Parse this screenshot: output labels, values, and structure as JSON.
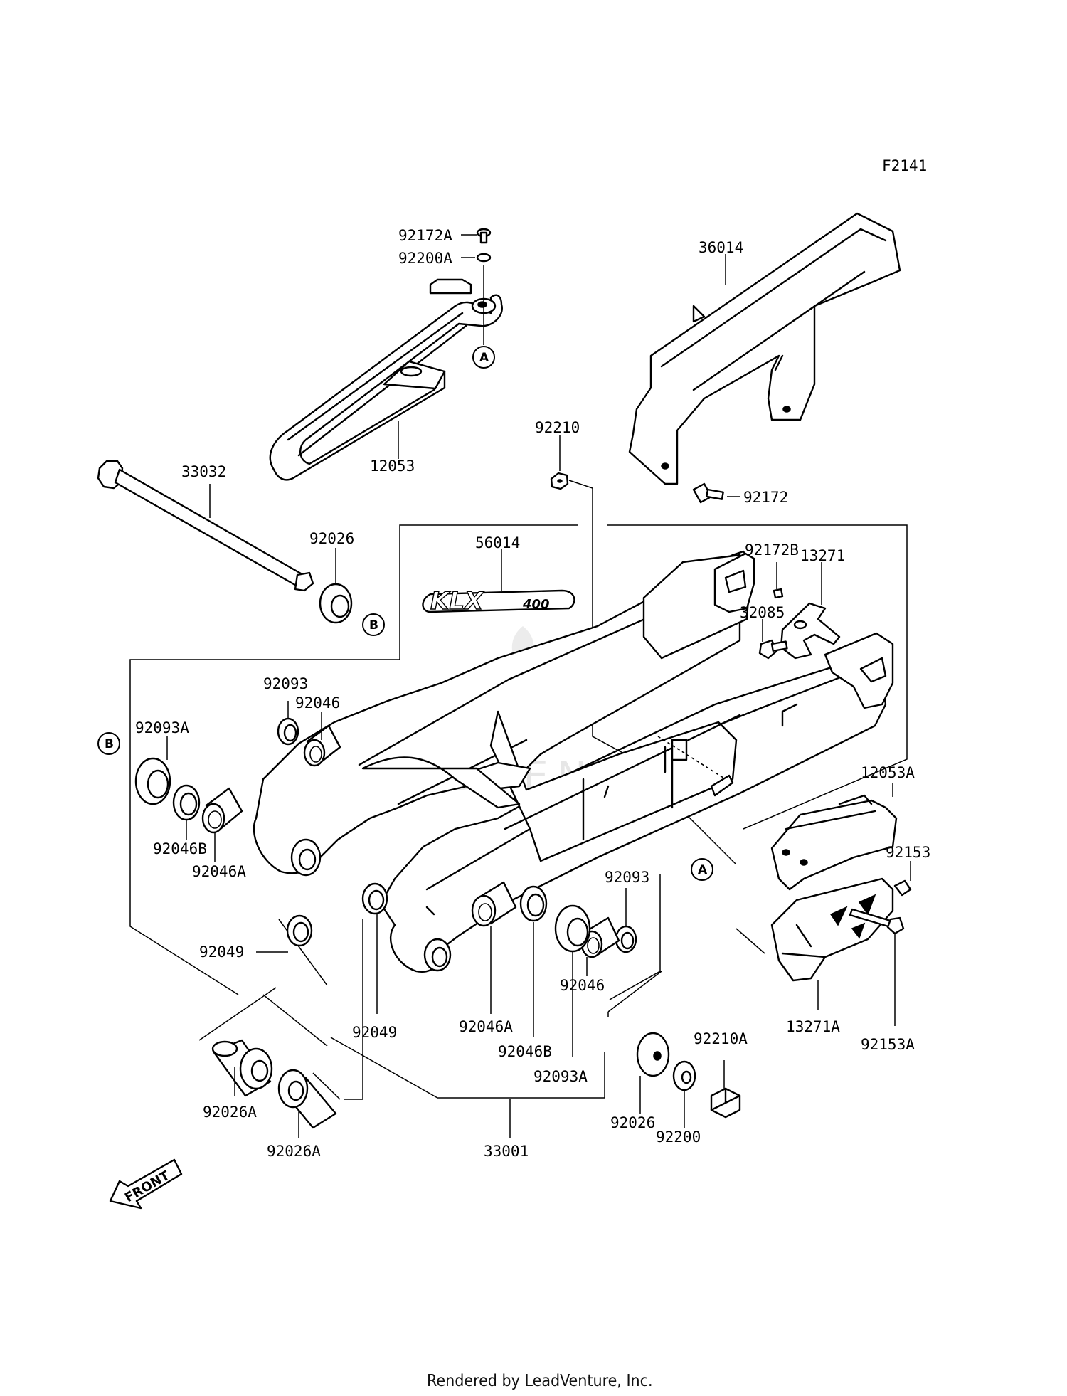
{
  "diagram_id": "F2141",
  "footer": "Rendered by LeadVenture, Inc.",
  "watermark": "LEADVENTURE",
  "logo_text": {
    "main": "KLX",
    "sub": "400"
  },
  "front_marker": "FRONT",
  "callouts": {
    "a": "A",
    "b": "B"
  },
  "part_labels": {
    "p92172A": "92172A",
    "p92200A": "92200A",
    "p36014": "36014",
    "p12053": "12053",
    "p33032": "33032",
    "p92210": "92210",
    "p92172": "92172",
    "p92026_top": "92026",
    "p56014": "56014",
    "p92172B": "92172B",
    "p13271": "13271",
    "p32085": "32085",
    "p92093_top": "92093",
    "p92046_top": "92046",
    "p92093A_left": "92093A",
    "p92046B_left": "92046B",
    "p92046A_left": "92046A",
    "p12053A": "12053A",
    "p92153": "92153",
    "p92093_right": "92093",
    "p92046_right": "92046",
    "p92049_left": "92049",
    "p92049_mid": "92049",
    "p92046A_mid": "92046A",
    "p92046B_mid": "92046B",
    "p92093A_mid": "92093A",
    "p92210A": "92210A",
    "p13271A": "13271A",
    "p92153A": "92153A",
    "p92026A_left": "92026A",
    "p92026A_right": "92026A",
    "p33001": "33001",
    "p92026_bottom": "92026",
    "p92200": "92200"
  }
}
